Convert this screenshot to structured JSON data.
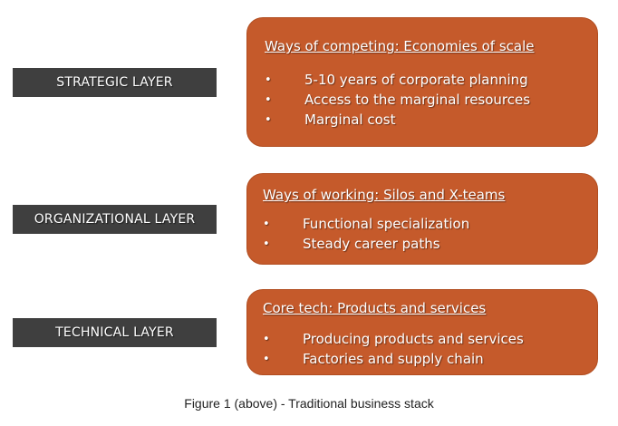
{
  "layers": [
    {
      "label": "STRATEGIC LAYER",
      "title": "Ways of competing: Economies of scale",
      "bullets": [
        "5-10 years of corporate planning",
        "Access to the marginal resources",
        "Marginal cost"
      ]
    },
    {
      "label": "ORGANIZATIONAL LAYER",
      "title": "Ways of working: Silos and X-teams",
      "bullets": [
        "Functional specialization",
        "Steady career paths"
      ]
    },
    {
      "label": "TECHNICAL LAYER",
      "title": "Core tech: Products and services",
      "bullets": [
        "Producing products and services",
        "Factories and supply chain"
      ]
    }
  ],
  "bullet_symbol": "•",
  "caption": "Figure 1 (above) - Traditional business stack",
  "colors": {
    "label_background": "#3f3f3f",
    "box_background": "#c55a2b",
    "text_on_dark": "#ffffff"
  }
}
